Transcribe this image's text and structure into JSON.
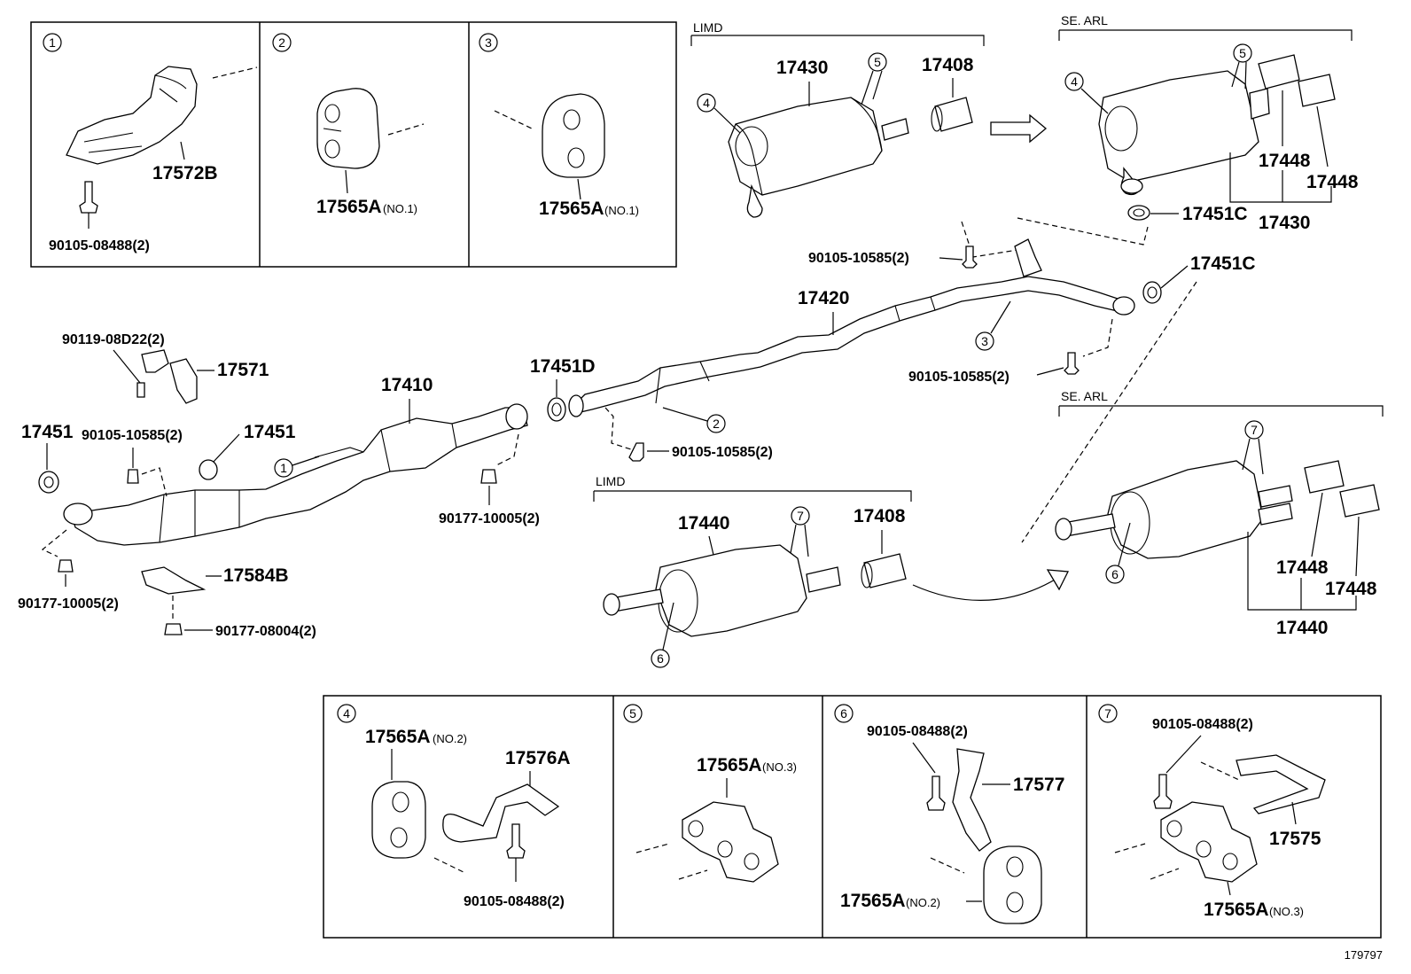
{
  "diagram_id": "179797",
  "panels": {
    "p1": {
      "num": "1",
      "part": "17572B",
      "bolt": "90105-08488(2)"
    },
    "p2": {
      "num": "2",
      "part": "17565A",
      "note": "(NO.1)"
    },
    "p3": {
      "num": "3",
      "part": "17565A",
      "note": "(NO.1)"
    },
    "p4": {
      "num": "4",
      "part": "17565A",
      "note": "(NO.2)",
      "part2": "17576A",
      "bolt": "90105-08488(2)"
    },
    "p5": {
      "num": "5",
      "part": "17565A",
      "note": "(NO.3)"
    },
    "p6": {
      "num": "6",
      "bolt": "90105-08488(2)",
      "part2": "17577",
      "part": "17565A",
      "note": "(NO.2)"
    },
    "p7": {
      "num": "7",
      "bolt": "90105-08488(2)",
      "part2": "17575",
      "part": "17565A",
      "note": "(NO.3)"
    }
  },
  "groups": {
    "limd_top": "LIMD",
    "se_arl_top": "SE. ARL",
    "limd_mid": "LIMD",
    "se_arl_mid": "SE. ARL"
  },
  "parts": {
    "p17430a": "17430",
    "p17408a": "17408",
    "p17448a": "17448",
    "p17448b": "17448",
    "p17451c_a": "17451C",
    "p17430b": "17430",
    "p17451c_b": "17451C",
    "b_10585_a": "90105-10585(2)",
    "p17420": "17420",
    "b_10585_b": "90105-10585(2)",
    "p17451d": "17451D",
    "p17410": "17410",
    "b_08d22": "90119-08D22(2)",
    "p17571": "17571",
    "p17451_l": "17451",
    "b_10585_c": "90105-10585(2)",
    "p17451_r": "17451",
    "n_10005_a": "90177-10005(2)",
    "b_10585_d": "90105-10585(2)",
    "p17584b": "17584B",
    "n_10005_b": "90177-10005(2)",
    "n_08004": "90177-08004(2)",
    "p17440a": "17440",
    "p17408b": "17408",
    "p17448c": "17448",
    "p17448d": "17448",
    "p17440b": "17440"
  },
  "callouts": {
    "c1": "1",
    "c2": "2",
    "c3": "3",
    "c4": "4",
    "c5": "5",
    "c6": "6",
    "c7": "7"
  }
}
